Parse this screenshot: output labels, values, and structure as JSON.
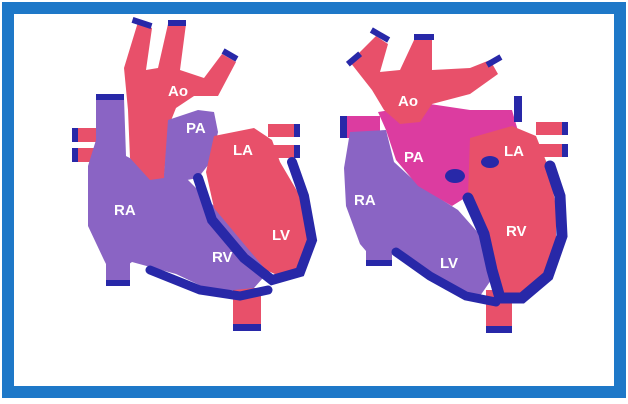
{
  "colors": {
    "frame": "#1e78c8",
    "artery": "#e8506a",
    "vein": "#8a64c4",
    "wall": "#2828a8",
    "mixed": "#dc3ca0",
    "background": "#ffffff"
  },
  "hearts": [
    {
      "id": "normal",
      "labels": {
        "ao": "Ao",
        "pa": "PA",
        "la": "LA",
        "ra": "RA",
        "rv": "RV",
        "lv": "LV"
      }
    },
    {
      "id": "transposed",
      "labels": {
        "ao": "Ao",
        "pa": "PA",
        "la": "LA",
        "ra": "RA",
        "rv": "RV",
        "lv": "LV"
      }
    }
  ]
}
